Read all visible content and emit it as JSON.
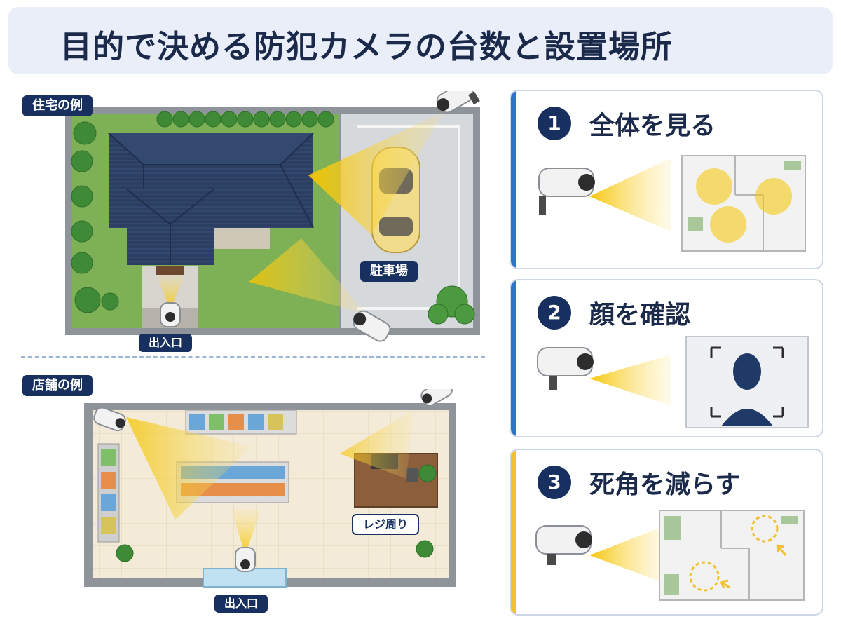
{
  "title": "目的で決める防犯カメラの台数と設置場所",
  "house": {
    "tag": "住宅の例",
    "parking": "駐車場",
    "entrance": "出入口"
  },
  "store": {
    "tag": "店舗の例",
    "register": "レジ周り",
    "entrance": "出入口"
  },
  "cards": [
    {
      "num": "1",
      "title": "全体を見る",
      "bar": "#2e72c9"
    },
    {
      "num": "2",
      "title": "顔を確認",
      "bar": "#2e72c9"
    },
    {
      "num": "3",
      "title": "死角を減らす",
      "bar": "#f2c12e"
    }
  ],
  "colors": {
    "navy": "#17305f",
    "beam": "#f7d233",
    "accent_blue": "#2e72c9",
    "accent_yellow": "#f2c12e"
  }
}
